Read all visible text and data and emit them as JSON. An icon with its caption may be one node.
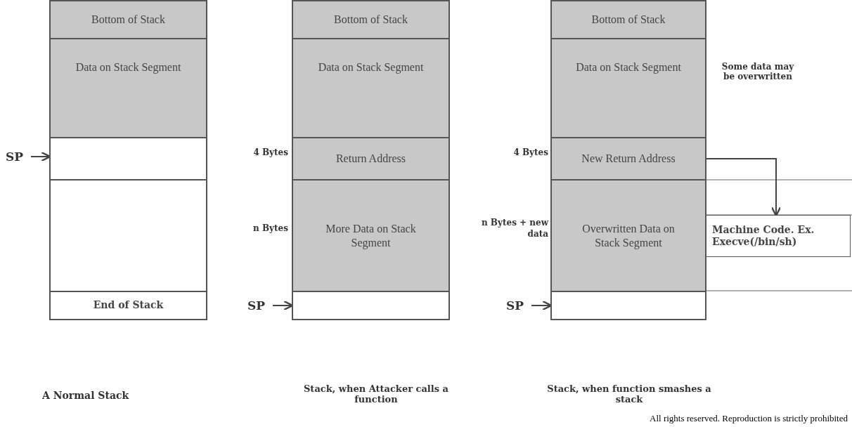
{
  "diagram": {
    "nodes": [
      {
        "text": [
          "Bottom of Stack"
        ]
      },
      {
        "text": [
          "Data on Stack Segment"
        ]
      },
      {
        "text": [],
        "shape": "box"
      },
      {
        "text": [],
        "shape": "box"
      },
      {
        "text": [
          "End of Stack"
        ]
      },
      {
        "text": [
          "SP"
        ]
      },
      {
        "text": [
          "Bottom of Stack"
        ]
      },
      {
        "text": [
          "Data on Stack Segment"
        ]
      },
      {
        "text": [
          "Return Address"
        ],
        "beside": [
          "4 Bytes"
        ]
      },
      {
        "text": [
          "More Data on Stack Segment"
        ],
        "beside": [
          "n Bytes"
        ]
      },
      {
        "text": [],
        "shape": "box"
      },
      {
        "text": [
          "SP"
        ]
      },
      {
        "text": [
          "Bottom of Stack"
        ]
      },
      {
        "text": [
          "Data on Stack Segment"
        ]
      },
      {
        "text": [
          "New Return Address"
        ],
        "beside": [
          "4 Bytes"
        ]
      },
      {
        "text": [
          "Overwritten Data on Stack Segment"
        ],
        "beside": [
          "n Bytes + new data"
        ]
      },
      {
        "text": [],
        "shape": "box"
      },
      {
        "text": [
          "SP"
        ]
      },
      {
        "text": [
          "Machine Code. Ex. Execve(/bin/sh)"
        ]
      }
    ],
    "edges": [
      {
        "from": 5,
        "to": 2,
        "arrow": "to"
      },
      {
        "from": 11,
        "to": 10,
        "arrow": "to"
      },
      {
        "from": 17,
        "to": 16,
        "arrow": "to"
      },
      {
        "from": 14,
        "to": 18,
        "arrow": "to"
      }
    ],
    "labels": [
      "Some data may be overwritten",
      "A Normal Stack",
      "Stack, when Attacker calls a function",
      "Stack, when function smashes a stack",
      "All rights reserved. Reproduction is strictly prohibited"
    ]
  }
}
